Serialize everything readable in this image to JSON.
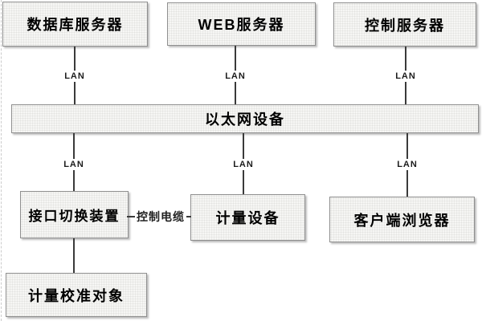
{
  "diagram": {
    "labels": {
      "lan": "LAN",
      "control_cable": "控制电缆"
    },
    "nodes": [
      {
        "id": "database-server",
        "label": "数据库服务器"
      },
      {
        "id": "web-server",
        "label": "WEB服务器"
      },
      {
        "id": "control-server",
        "label": "控制服务器"
      },
      {
        "id": "ethernet-device",
        "label": "以太网设备"
      },
      {
        "id": "interface-switch",
        "label": "接口切换装置"
      },
      {
        "id": "metering-device",
        "label": "计量设备"
      },
      {
        "id": "client-browser",
        "label": "客户端浏览器"
      },
      {
        "id": "calibration-object",
        "label": "计量校准对象"
      }
    ],
    "edges": [
      {
        "from": "database-server",
        "to": "ethernet-device",
        "label": "LAN"
      },
      {
        "from": "web-server",
        "to": "ethernet-device",
        "label": "LAN"
      },
      {
        "from": "control-server",
        "to": "ethernet-device",
        "label": "LAN"
      },
      {
        "from": "ethernet-device",
        "to": "interface-switch",
        "label": "LAN"
      },
      {
        "from": "ethernet-device",
        "to": "metering-device",
        "label": "LAN"
      },
      {
        "from": "ethernet-device",
        "to": "client-browser",
        "label": "LAN"
      },
      {
        "from": "interface-switch",
        "to": "metering-device",
        "label": "控制电缆"
      },
      {
        "from": "interface-switch",
        "to": "calibration-object",
        "label": ""
      }
    ],
    "colors": {
      "box_fill": "#f6f6f4",
      "box_border": "#8f8f8f",
      "line": "#3a3a3a",
      "text": "#000000",
      "background": "#ffffff"
    }
  }
}
